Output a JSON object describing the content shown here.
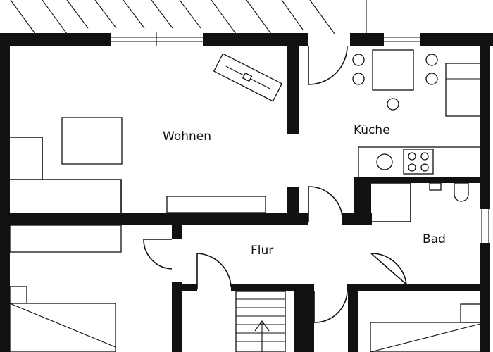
{
  "floor_plan": {
    "rooms": {
      "living": "Wohnen",
      "kitchen": "Küche",
      "bath": "Bad",
      "hall": "Flur"
    },
    "colors": {
      "line": "#111111",
      "background": "#ffffff"
    }
  }
}
